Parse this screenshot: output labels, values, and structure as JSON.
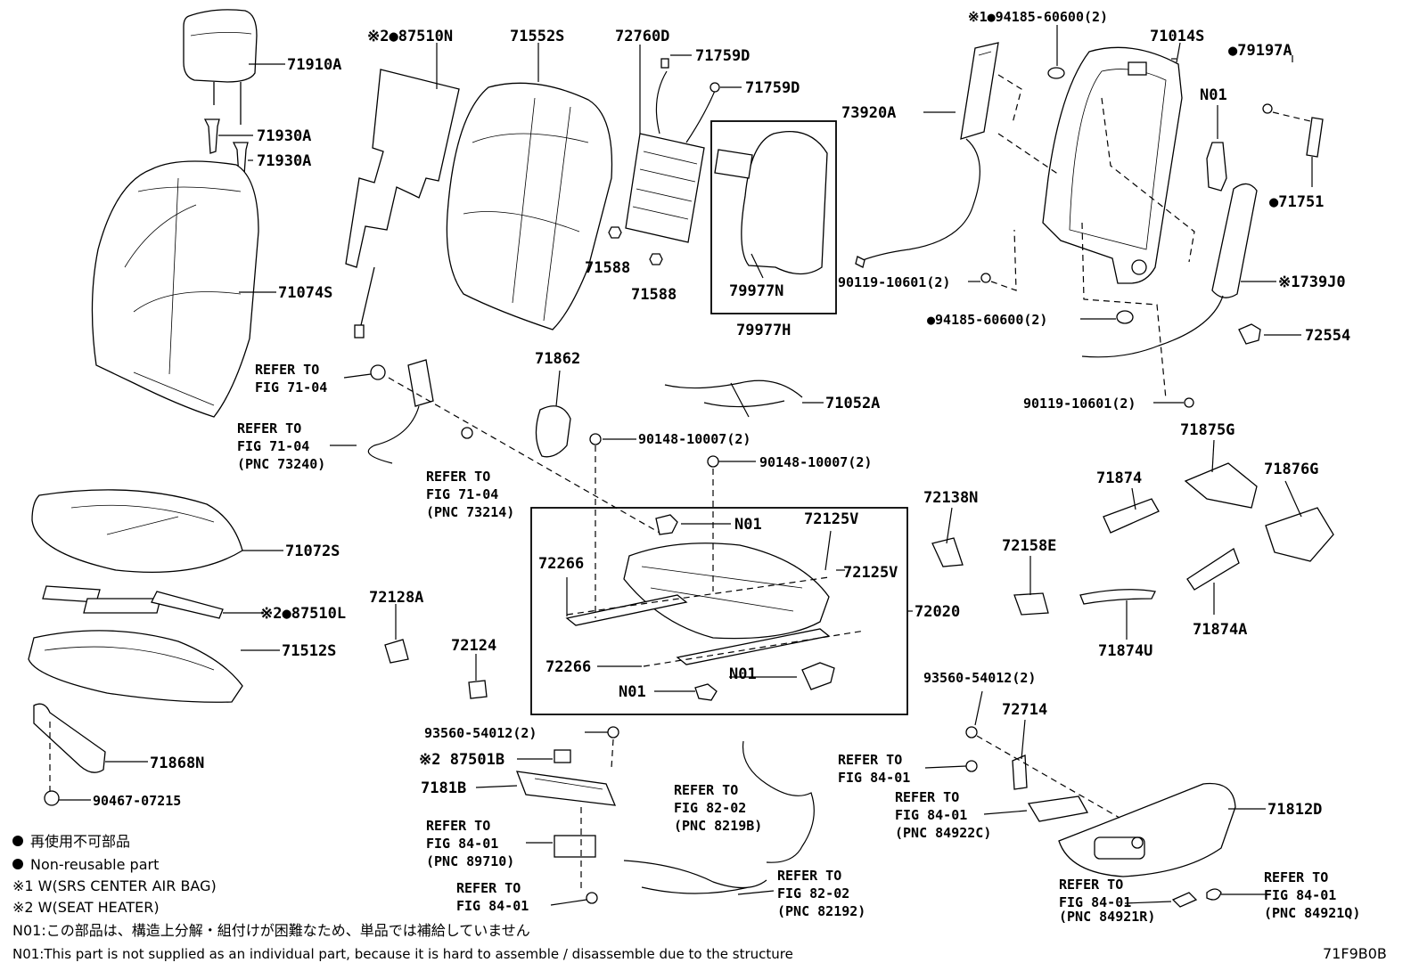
{
  "diagram_id": "71F9B0B",
  "legend": {
    "bullet_jp": "再使用不可部品",
    "bullet_en": "Non-reusable part",
    "note1": "※1 W(SRS CENTER AIR BAG)",
    "note2": "※2 W(SEAT HEATER)",
    "n01_jp": "N01:この部品は、構造上分解・組付けが困難なため、単品では補給していません",
    "n01_en": "N01:This part is not supplied as an individual part, because it is hard to assemble / disassemble due to the structure"
  },
  "labels": {
    "p71910A": "71910A",
    "p71930A_1": "71930A",
    "p71930A_2": "71930A",
    "p71074S": "71074S",
    "p87510N": "※2●87510N",
    "p71552S": "71552S",
    "p72760D": "72760D",
    "p71759D_1": "71759D",
    "p71759D_2": "71759D",
    "p71588_1": "71588",
    "p71588_2": "71588",
    "p79977N": "79977N",
    "p79977H": "79977H",
    "p94185_top": "※1●94185-60600(2)",
    "p71014S": "71014S",
    "p79197A": "●79197A",
    "p73920A": "73920A",
    "pN01_top": "N01",
    "p71751": "●71751",
    "p90119_1": "90119-10601(2)",
    "p94185_mid": "●94185-60600(2)",
    "p739J0": "※1739J0",
    "p72554": "72554",
    "p90119_2": "90119-10601(2)",
    "ref1_a": "REFER TO",
    "ref1_b": "FIG 71-04",
    "p71862": "71862",
    "p71052A": "71052A",
    "ref2_a": "REFER TO",
    "ref2_b": "FIG 71-04",
    "ref2_c": "(PNC 73240)",
    "p90148_1": "90148-10007(2)",
    "p90148_2": "90148-10007(2)",
    "p71875G": "71875G",
    "p71874": "71874",
    "p71876G": "71876G",
    "ref3_a": "REFER TO",
    "ref3_b": "FIG 71-04",
    "ref3_c": "(PNC 73214)",
    "pN01_a": "N01",
    "p72125V_1": "72125V",
    "p72125V_2": "72125V",
    "p72138N": "72138N",
    "p72266_1": "72266",
    "p72266_2": "72266",
    "p72020": "72020",
    "p72158E": "72158E",
    "p71072S": "71072S",
    "p87510L": "※2●87510L",
    "p72128A": "72128A",
    "p71874U": "71874U",
    "p71874A": "71874A",
    "p71512S": "71512S",
    "p72124": "72124",
    "pN01_b": "N01",
    "pN01_c": "N01",
    "p93560_1": "93560-54012(2)",
    "p93560_2": "93560-54012(2)",
    "p72714": "72714",
    "p71868N": "71868N",
    "p87501B": "※2 87501B",
    "p7181B": "7181B",
    "ref4_a": "REFER TO",
    "ref4_b": "FIG 84-01",
    "ref5_a": "REFER TO",
    "ref5_b": "FIG 84-01",
    "ref5_c": "(PNC 84922C)",
    "ref6_a": "REFER TO",
    "ref6_b": "FIG 82-02",
    "ref6_c": "(PNC 8219B)",
    "p71812D": "71812D",
    "p90467": "90467-07215",
    "ref7_a": "REFER TO",
    "ref7_b": "FIG 84-01",
    "ref7_c": "(PNC 89710)",
    "ref8_a": "REFER TO",
    "ref8_b": "FIG 82-02",
    "ref8_c": "(PNC 82192)",
    "ref9_a": "REFER TO",
    "ref9_b": "FIG 84-01",
    "ref10_a": "REFER TO",
    "ref10_b": "FIG 84-01",
    "ref10_c": "(PNC 84921R)",
    "ref11_a": "REFER TO",
    "ref11_b": "FIG 84-01",
    "ref11_c": "(PNC 84921Q)"
  }
}
